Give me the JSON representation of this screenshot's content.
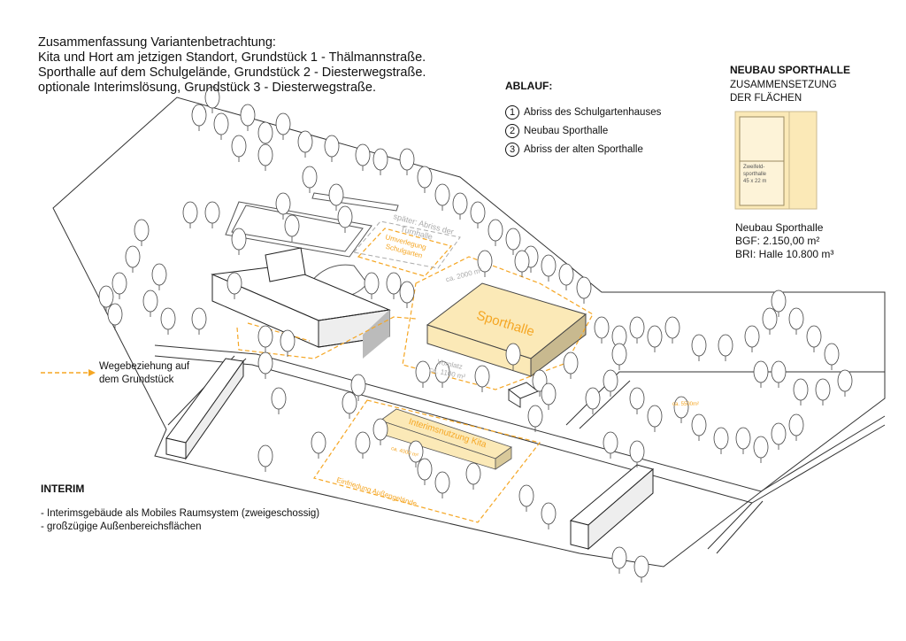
{
  "title": {
    "lines": [
      "Zusammenfassung Variantenbetrachtung:",
      "Kita und Hort am jetzigen Standort, Grundstück 1 - Thälmannstraße.",
      "Sporthalle auf dem Schulgelände, Grundstück 2 -   Diesterwegstraße.",
      "optionale Interimslösung, Grundstück 3 - Diesterwegstraße."
    ]
  },
  "ablauf": {
    "heading": "ABLAUF:",
    "steps": [
      {
        "num": "1",
        "label": "Abriss des Schulgartenhauses"
      },
      {
        "num": "2",
        "label": "Neubau Sporthalle"
      },
      {
        "num": "3",
        "label": "Abriss der alten Sporthalle"
      }
    ]
  },
  "neubau": {
    "heading": "NEUBAU SPORTHALLE",
    "subheading_1": "ZUSAMMENSETZUNG",
    "subheading_2": "DER FLÄCHEN",
    "plan_label_1": "Zweifeld-",
    "plan_label_2": "sporthalle",
    "plan_label_3": "45 x 22 m",
    "info_1": "Neubau Sporthalle",
    "info_2": "BGF: 2.150,00 m²",
    "info_3": "BRI: Halle 10.800 m³"
  },
  "legend": {
    "line_1": "Wegebeziehung auf",
    "line_2": "dem Grundstück"
  },
  "interim": {
    "heading": "INTERIM",
    "bullets": [
      "- Interimsgebäude als Mobiles Raumsystem (zweigeschossig)",
      "- großzügige Außenbereichsflächen"
    ]
  },
  "map_labels": {
    "turnhalle_1": "später: Abriss der",
    "turnhalle_2": "Turnhalle",
    "schulgarten_1": "Umverlegung",
    "schulgarten_2": "Schulgarten",
    "area_2000": "ca. 2000 m²",
    "sporthalle": "Sporthalle",
    "vorplatz_1": "Vorplatz",
    "vorplatz_2": "ca. 1100 m²",
    "area_5500": "ca. 5500m²",
    "interim_kita": "Interimsnutzung Kita",
    "area_4000": "ca. 4000 m²",
    "einfriedung": "Einfriedung Außengelände"
  },
  "colors": {
    "accent": "#f5a623",
    "hall_fill": "#fbe9b7",
    "hall_side": "#c8b98f",
    "grey": "#999999"
  }
}
